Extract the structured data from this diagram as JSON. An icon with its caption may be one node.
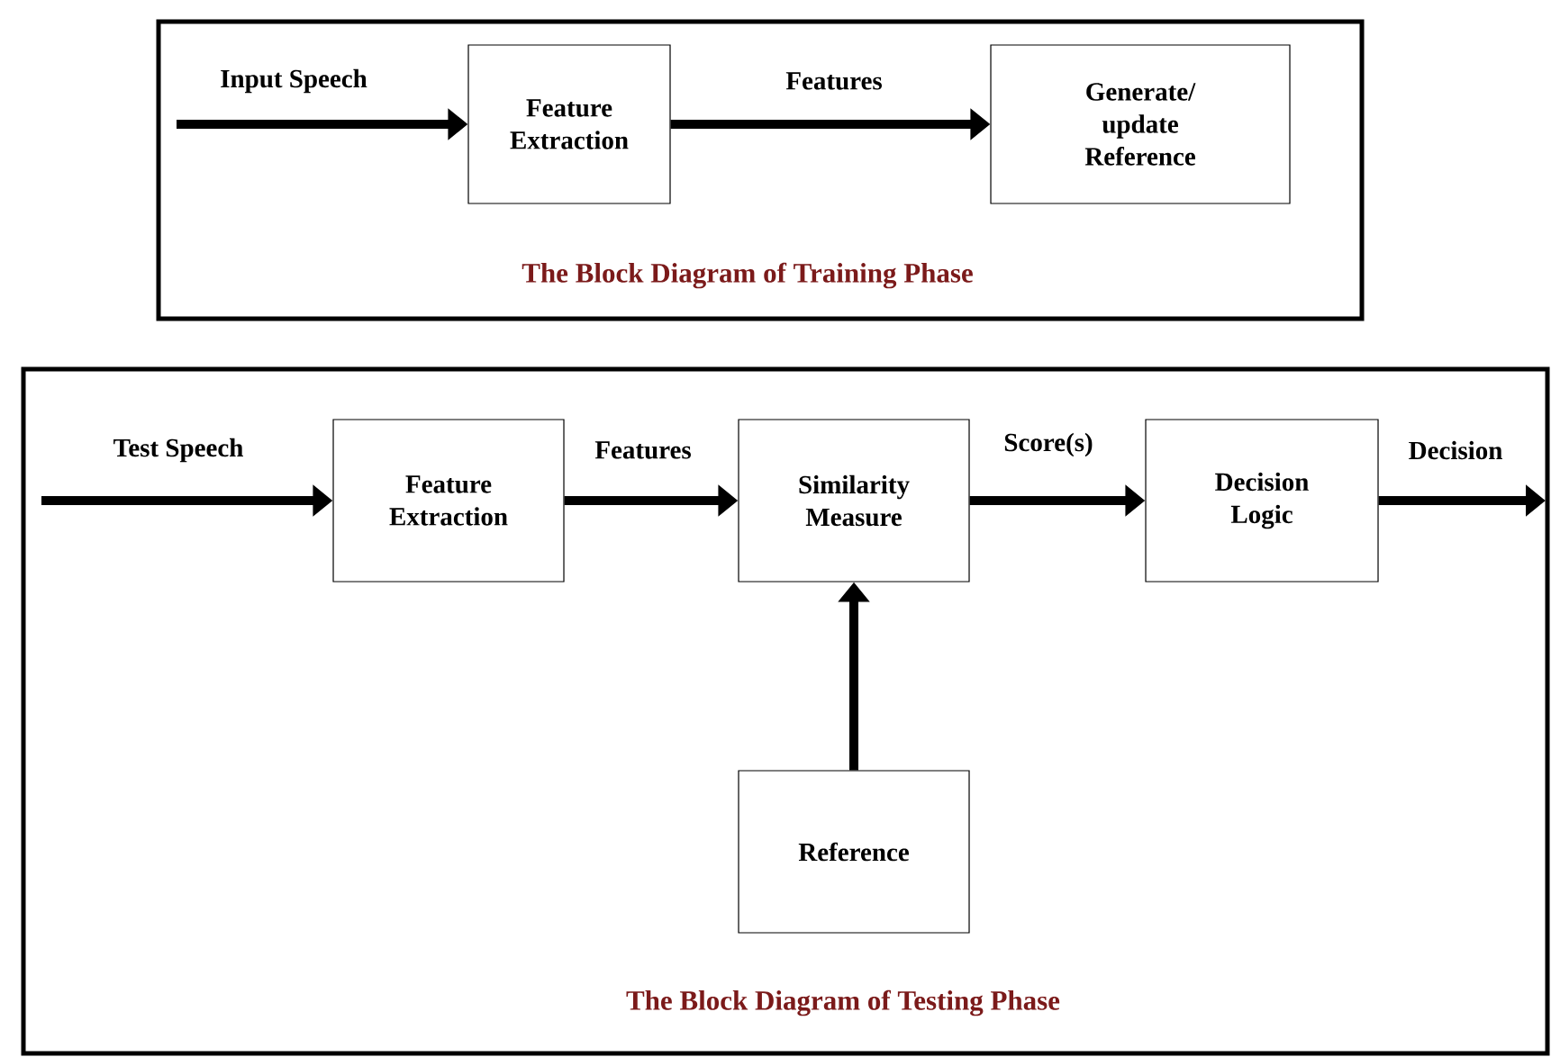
{
  "diagram": {
    "nodes": [
      {
        "text": [
          "The Block Diagram of Training Phase"
        ]
      },
      {
        "text": [
          "Feature Extraction"
        ],
        "in": 0
      },
      {
        "text": [
          "Generate/ update Reference"
        ],
        "in": 0
      },
      {
        "text": [
          "The Block Diagram of Testing Phase"
        ]
      },
      {
        "text": [
          "Feature Extraction"
        ],
        "in": 3
      },
      {
        "text": [
          "Similarity Measure"
        ],
        "in": 3
      },
      {
        "text": [
          "Decision Logic"
        ],
        "in": 3
      },
      {
        "text": [
          "Reference"
        ],
        "in": 3
      }
    ],
    "edges": [
      {
        "from": null,
        "to": 1,
        "arrow": "to",
        "label": "Input Speech"
      },
      {
        "from": 1,
        "to": 2,
        "arrow": "to",
        "label": "Features"
      },
      {
        "from": null,
        "to": 4,
        "arrow": "to",
        "label": "Test Speech"
      },
      {
        "from": 4,
        "to": 5,
        "arrow": "to",
        "label": "Features"
      },
      {
        "from": 5,
        "to": 6,
        "arrow": "to",
        "label": "Score(s)"
      },
      {
        "from": 6,
        "to": null,
        "arrow": "to",
        "label": "Decision"
      },
      {
        "from": 7,
        "to": 5,
        "arrow": "to"
      }
    ]
  }
}
